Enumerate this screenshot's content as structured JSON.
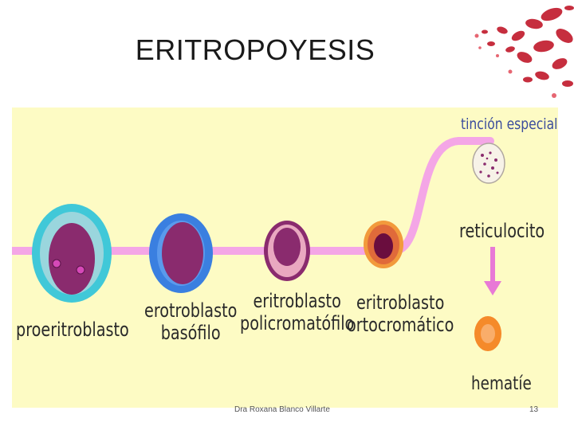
{
  "slide": {
    "title": "ERITROPOYESIS",
    "footer_author": "Dra Roxana Blanco Villarte",
    "page_number": "13"
  },
  "diagram": {
    "stages": [
      {
        "label_line1": "proeritroblasto",
        "label_line2": ""
      },
      {
        "label_line1": "erotroblasto",
        "label_line2": "basófilo"
      },
      {
        "label_line1": "eritroblasto",
        "label_line2": "policromatófilo"
      },
      {
        "label_line1": "eritroblasto",
        "label_line2": "ortocromático"
      }
    ],
    "branch_labels": {
      "special_stain": "tinción especial",
      "reticulocyte": "reticulocito",
      "mature": "hematíe"
    },
    "colors": {
      "panel": "#fdfbc4",
      "path": "#f4a6e6",
      "arrow": "#e879d6",
      "proeritroblasto_ring": "#40c8d8",
      "basofilo_ring": "#3a7fe0",
      "cell_purple": "#8a2b6e",
      "ortocromatico_ring": "#f29a3c",
      "hematie": "#f58a2a",
      "special_stain_text": "#3a4c9c"
    }
  }
}
